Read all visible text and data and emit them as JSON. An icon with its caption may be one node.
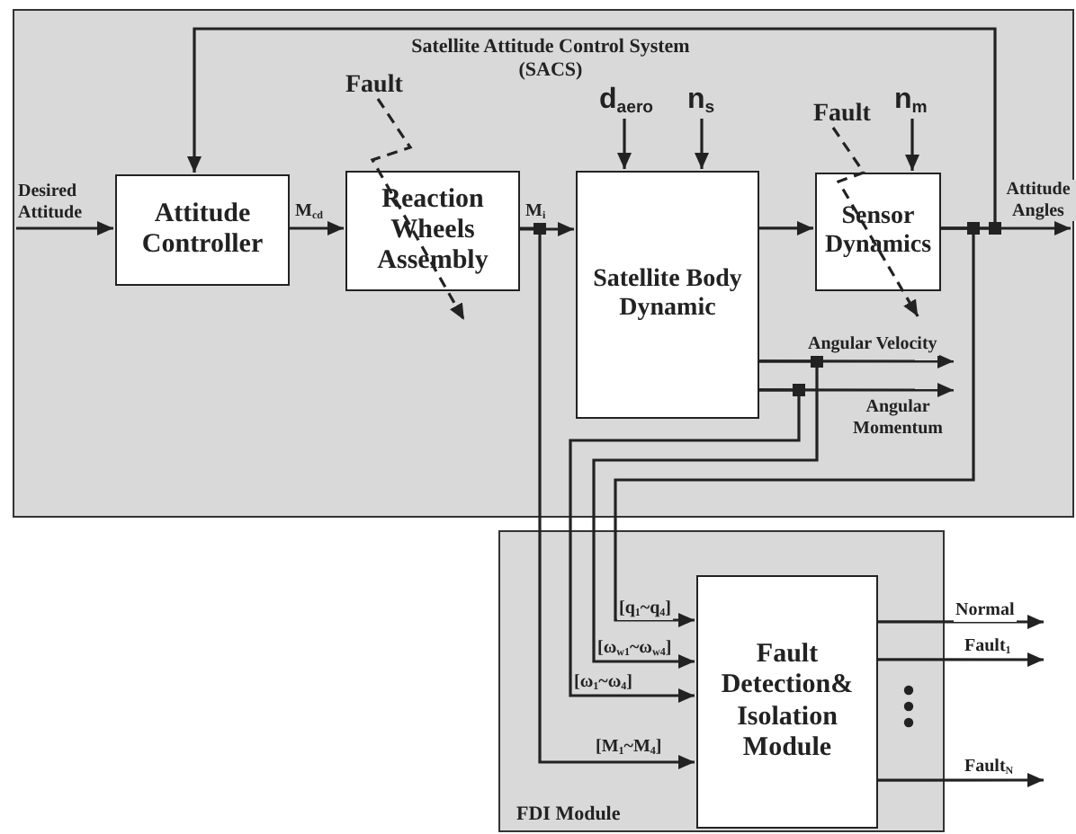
{
  "diagram": {
    "nodes": [
      {
        "text": [
          "Satellite Attitude Control System (SACS)"
        ]
      },
      {
        "text": [
          "Desired Attitude"
        ],
        "in": 0
      },
      {
        "text": [
          "Attitude Controller"
        ],
        "in": 0
      },
      {
        "text": [
          "Reaction Wheels Assembly"
        ],
        "in": 0
      },
      {
        "text": [
          "Satellite Body Dynamic"
        ],
        "in": 0
      },
      {
        "text": [
          "Sensor Dynamics"
        ],
        "in": 0
      },
      {
        "text": [
          "d$_{aero}$"
        ],
        "in": 0
      },
      {
        "text": [
          "n$_{s}$"
        ],
        "in": 0
      },
      {
        "text": [
          "n$_{m}$"
        ],
        "in": 0
      },
      {
        "text": [
          "Fault"
        ],
        "in": 0
      },
      {
        "text": [
          "Fault"
        ],
        "in": 0
      },
      {
        "text": [
          "FDI Module"
        ]
      },
      {
        "text": [
          "Fault Detection& Isolation Module"
        ],
        "in": 11
      }
    ],
    "edges": [
      {
        "from": 1,
        "to": 2,
        "arrow": "to"
      },
      {
        "from": 2,
        "to": 3,
        "arrow": "to",
        "label": "M$_{cd}$"
      },
      {
        "from": 3,
        "to": 4,
        "arrow": "to",
        "label": "M$_{i}$"
      },
      {
        "from": 4,
        "to": 5,
        "arrow": "to"
      },
      {
        "from": 6,
        "to": 4,
        "arrow": "to"
      },
      {
        "from": 7,
        "to": 4,
        "arrow": "to"
      },
      {
        "from": 8,
        "to": 5,
        "arrow": "to"
      },
      {
        "from": 9,
        "to": 3,
        "arrow": "to",
        "style": "dashed"
      },
      {
        "from": 10,
        "to": 5,
        "arrow": "to",
        "style": "dashed"
      },
      {
        "from": 5,
        "to": null,
        "arrow": "to",
        "label": "Attitude Angles"
      },
      {
        "from": 5,
        "to": 2,
        "arrow": "to"
      },
      {
        "from": 4,
        "to": null,
        "arrow": "to",
        "label": "Angular Velocity"
      },
      {
        "from": 4,
        "to": null,
        "arrow": "to",
        "label": "Angular Momentum"
      },
      {
        "from": 5,
        "to": 12,
        "arrow": "to",
        "label": "[q$_{1}$~q$_{4}$]"
      },
      {
        "from": 4,
        "to": 12,
        "arrow": "to",
        "label": "[ω$_{w1}$~ω$_{w4}$]"
      },
      {
        "from": 4,
        "to": 12,
        "arrow": "to",
        "label": "[ω$_{1}$~ω$_{4}$]"
      },
      {
        "from": 3,
        "to": 12,
        "arrow": "to",
        "label": "[M$_{1}$~M$_{4}$]"
      },
      {
        "from": 12,
        "to": null,
        "arrow": "to",
        "label": "Normal"
      },
      {
        "from": 12,
        "to": null,
        "arrow": "to",
        "label": "Fault$_{1}$"
      },
      {
        "from": 12,
        "to": null,
        "arrow": "to",
        "label": "Fault$_{N}$"
      }
    ]
  }
}
